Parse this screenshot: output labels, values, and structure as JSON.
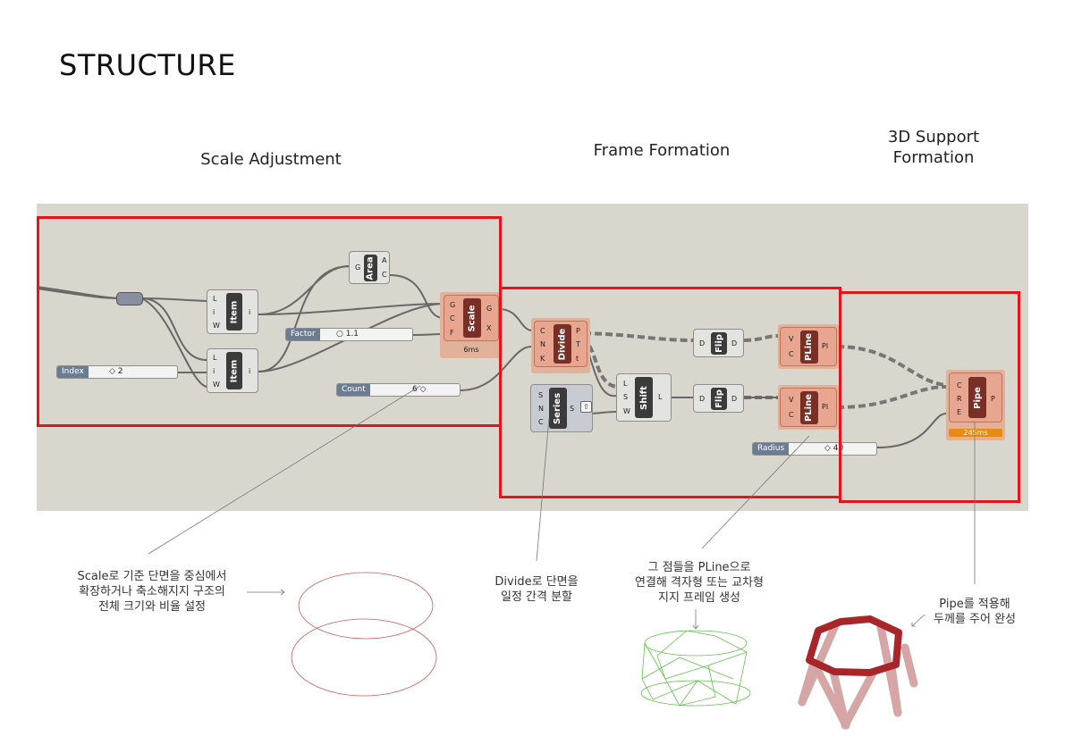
{
  "title": "STRUCTURE",
  "sections": {
    "scale": "Scale Adjustment",
    "frame": "Frame Formation",
    "support_1": "3D Support",
    "support_2": "Formation"
  },
  "components": {
    "area": {
      "name": "Area",
      "in": [
        "G"
      ],
      "out": [
        "A",
        "C"
      ]
    },
    "item1": {
      "name": "Item",
      "in": [
        "L",
        "i",
        "W"
      ],
      "out": [
        "i"
      ]
    },
    "item2": {
      "name": "Item",
      "in": [
        "L",
        "i",
        "W"
      ],
      "out": [
        "i"
      ]
    },
    "scale": {
      "name": "Scale",
      "in": [
        "G",
        "C",
        "F"
      ],
      "out": [
        "G",
        "X"
      ],
      "time": "6ms"
    },
    "divide": {
      "name": "Divide",
      "in": [
        "C",
        "N",
        "K"
      ],
      "out": [
        "P",
        "T",
        "t"
      ]
    },
    "series": {
      "name": "Series",
      "in": [
        "S",
        "N",
        "C"
      ],
      "out": [
        "S"
      ]
    },
    "shift": {
      "name": "Shift",
      "in": [
        "L",
        "S",
        "W"
      ],
      "out": [
        "L"
      ]
    },
    "flip1": {
      "name": "Flip",
      "in": [
        "D"
      ],
      "out": [
        "D"
      ]
    },
    "flip2": {
      "name": "Flip",
      "in": [
        "D"
      ],
      "out": [
        "D"
      ]
    },
    "pline1": {
      "name": "PLine",
      "in": [
        "V",
        "C"
      ],
      "out": [
        "Pl"
      ]
    },
    "pline2": {
      "name": "PLine",
      "in": [
        "V",
        "C"
      ],
      "out": [
        "Pl"
      ]
    },
    "pipe": {
      "name": "Pipe",
      "in": [
        "C",
        "R",
        "E"
      ],
      "out": [
        "P"
      ],
      "time": "245ms"
    }
  },
  "sliders": {
    "factor": {
      "label": "Factor",
      "value": "1.1"
    },
    "index": {
      "label": "Index",
      "value": "2"
    },
    "count": {
      "label": "Count",
      "value": "6"
    },
    "radius": {
      "label": "Radius",
      "value": "40"
    }
  },
  "notes": {
    "scale": [
      "Scale로 기준 단면을 중심에서",
      "확장하거나 축소해지지 구조의",
      "전체 크기와 비율 설정"
    ],
    "divide": [
      "Divide로 단면을",
      "일정 간격 분할"
    ],
    "pline": [
      "그 점들을 PLine으로",
      "연결해 격자형 또는 교차형",
      "지지 프레임 생성"
    ],
    "pipe": [
      "Pipe를 적용해",
      "두께를 주어 완성"
    ]
  },
  "colors": {
    "accent_red": "#e3141c",
    "canvas": "#d9d6cd",
    "selected": "#e8a58f",
    "pipe": "#a8262a"
  }
}
